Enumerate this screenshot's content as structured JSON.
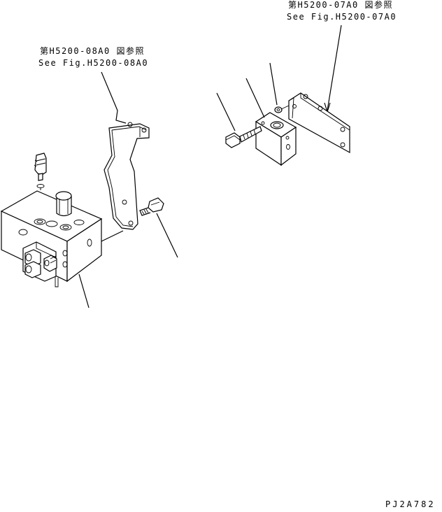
{
  "references": {
    "fig_07a0_jp": "第H5200-07A0 図参照",
    "fig_07a0_en": "See Fig.H5200-07A0",
    "fig_08a0_jp": "第H5200-08A0 図参照",
    "fig_08a0_en": "See Fig.H5200-08A0"
  },
  "drawing_code": "PJ2A782",
  "colors": {
    "ink": "#000000",
    "paper": "#ffffff"
  }
}
